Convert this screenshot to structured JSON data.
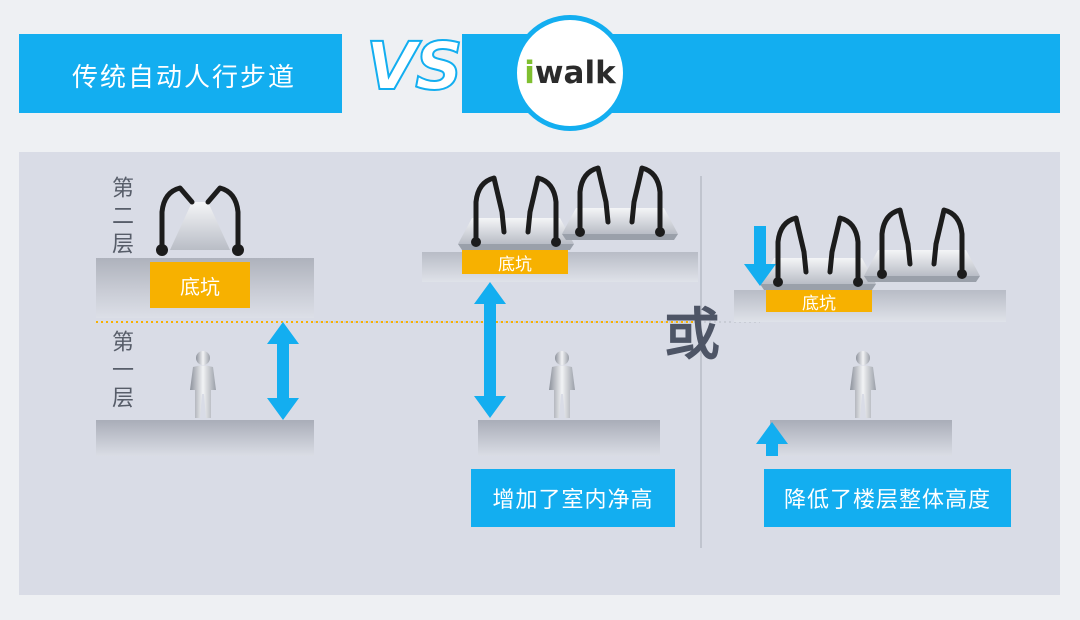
{
  "header": {
    "left_title": "传统自动人行步道",
    "vs_label": "VS",
    "logo_i": "i",
    "logo_rest": "walk"
  },
  "traditional": {
    "upper_floor_label": "第二层",
    "lower_floor_label": "第一层",
    "pit_label": "底坑"
  },
  "option_a": {
    "pit_label": "底坑",
    "caption": "增加了室内净高"
  },
  "or_label": "或",
  "option_b": {
    "pit_label": "底坑",
    "caption": "降低了楼层整体高度"
  },
  "colors": {
    "accent_blue": "#13aef0",
    "pit_orange": "#f7b100",
    "panel_gray": "#d9dce6",
    "logo_green": "#7fbf2f"
  },
  "icons": [
    "escalator-icon",
    "person-icon",
    "double-arrow-icon",
    "down-arrow-icon",
    "up-arrow-icon"
  ]
}
